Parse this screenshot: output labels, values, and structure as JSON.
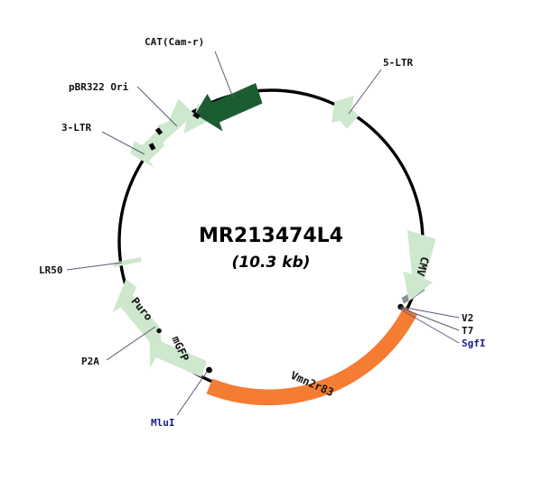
{
  "plasmid": {
    "name": "MR213474L4",
    "size": "(10.3 kb)",
    "backbone_color": "#000000"
  },
  "colors": {
    "light_green": "#CDE8CD",
    "dark_green": "#1C5C33",
    "orange": "#F57C33",
    "gray_tag": "#8C9096",
    "enzyme_blue": "#1a1a8c",
    "label_black": "#111111",
    "leader_line": "#5a5a78"
  },
  "features": [
    {
      "id": "cat",
      "label": "CAT(Cam-r)",
      "color": "#1C5C33",
      "inline_text": ""
    },
    {
      "id": "pbr322ori",
      "label": "pBR322 Ori",
      "color": "#CDE8CD",
      "inline_text": ""
    },
    {
      "id": "ltr3",
      "label": "3-LTR",
      "color": "#CDE8CD",
      "inline_text": ""
    },
    {
      "id": "ltr5",
      "label": "5-LTR",
      "color": "#CDE8CD",
      "inline_text": ""
    },
    {
      "id": "cmv",
      "label": "CMV",
      "color": "#CDE8CD",
      "inline_text": "CMV"
    },
    {
      "id": "lr50",
      "label": "LR50",
      "color": "#CDE8CD",
      "inline_text": ""
    },
    {
      "id": "puro",
      "label": "Puro",
      "color": "#CDE8CD",
      "inline_text": "Puro"
    },
    {
      "id": "p2a",
      "label": "P2A",
      "color": "#CDE8CD",
      "inline_text": ""
    },
    {
      "id": "mgfp",
      "label": "mGFP",
      "color": "#CDE8CD",
      "inline_text": "mGFP"
    },
    {
      "id": "vmn2r83",
      "label": "Vmn2r83",
      "color": "#F57C33",
      "inline_text": "Vmn2r83"
    }
  ],
  "tags": [
    {
      "id": "v2",
      "label": "V2"
    },
    {
      "id": "t7",
      "label": "T7"
    }
  ],
  "enzymes": [
    {
      "id": "sgfi",
      "label": "SgfI"
    },
    {
      "id": "mlui",
      "label": "MluI"
    }
  ],
  "callouts": {
    "cat": "CAT(Cam-r)",
    "pbr322ori": "pBR322 Ori",
    "ltr3": "3-LTR",
    "ltr5": "5-LTR",
    "lr50": "LR50",
    "p2a": "P2A",
    "v2": "V2",
    "t7": "T7",
    "sgfi": "SgfI",
    "mlui": "MluI"
  },
  "inline_labels": {
    "cmv": "CMV",
    "puro": "Puro",
    "mgfp": "mGFP",
    "vmn2r83": "Vmn2r83"
  }
}
